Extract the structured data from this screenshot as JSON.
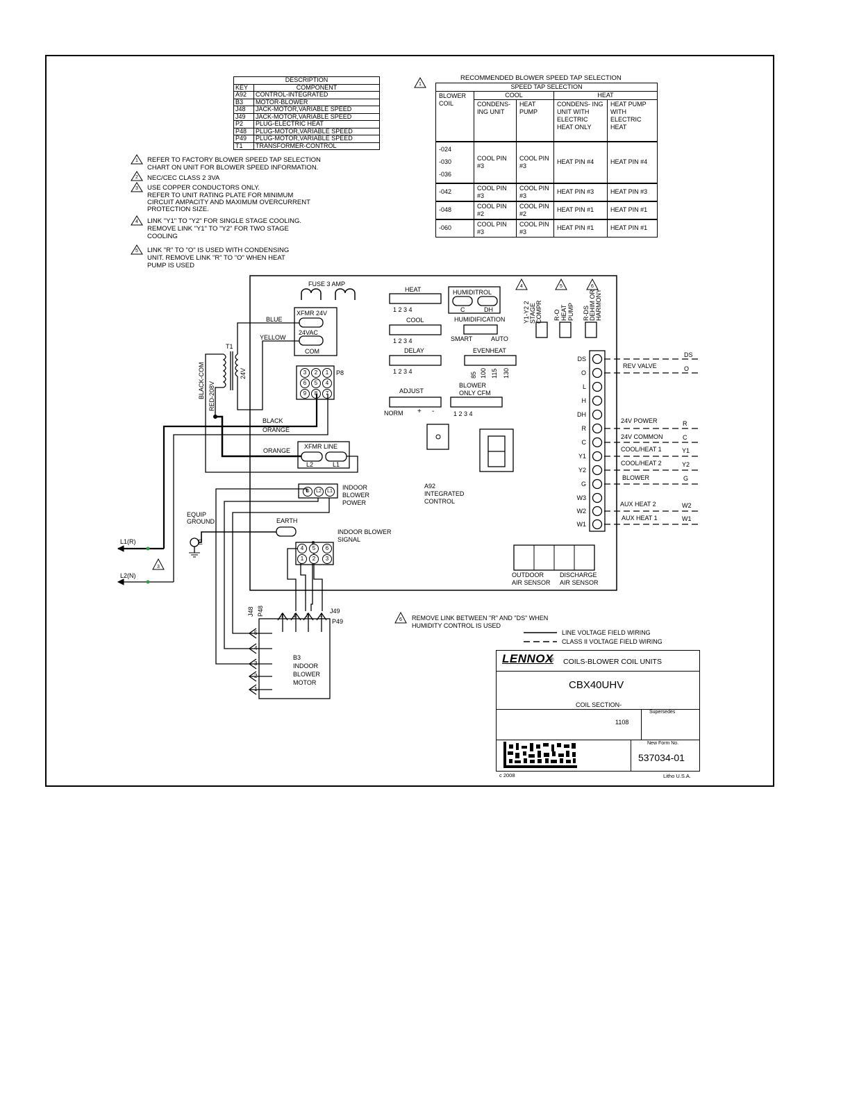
{
  "description_table": {
    "title": "DESCRIPTION",
    "col_key": "KEY",
    "col_component": "COMPONENT",
    "rows": [
      {
        "key": "A92",
        "component": "CONTROL-INTEGRATED"
      },
      {
        "key": "B3",
        "component": "MOTOR-BLOWER"
      },
      {
        "key": "J48",
        "component": "JACK-MOTOR,VARIABLE SPEED"
      },
      {
        "key": "J49",
        "component": "JACK-MOTOR,VARIABLE SPEED"
      },
      {
        "key": "P2",
        "component": "PLUG-ELECTRIC HEAT"
      },
      {
        "key": "P48",
        "component": "PLUG-MOTOR,VARIABLE SPEED"
      },
      {
        "key": "P49",
        "component": "PLUG-MOTOR,VARIABLE SPEED"
      },
      {
        "key": "T1",
        "component": "TRANSFORMER-CONTROL"
      }
    ]
  },
  "notes": [
    {
      "num": "1",
      "lines": [
        "REFER TO FACTORY BLOWER SPEED TAP SELECTION",
        "CHART ON UNIT FOR BLOWER SPEED INFORMATION."
      ]
    },
    {
      "num": "2",
      "lines": [
        "NEC/CEC CLASS 2 3VA"
      ]
    },
    {
      "num": "3",
      "lines": [
        "USE COPPER CONDUCTORS ONLY.",
        "REFER TO UNIT RATING PLATE FOR MINIMUM",
        "CIRCUIT AMPACITY AND MAXIMUM OVERCURRENT",
        "PROTECTION SIZE."
      ]
    },
    {
      "num": "4",
      "lines": [
        "LINK \"Y1\" TO \"Y2\" FOR SINGLE STAGE COOLING.",
        "REMOVE LINK \"Y1\" TO \"Y2\" FOR TWO STAGE",
        "COOLING"
      ]
    },
    {
      "num": "5",
      "lines": [
        "LINK \"R\" TO \"O\" IS USED WITH CONDENSING",
        "UNIT. REMOVE LINK \"R\" TO \"O\"  WHEN HEAT",
        "PUMP IS USED"
      ]
    }
  ],
  "speed_table": {
    "note_num": "1",
    "title": "RECOMMENDED BLOWER SPEED TAP SELECTION",
    "header": "SPEED TAP SELECTION",
    "cool": "COOL",
    "heat": "HEAT",
    "col_blower_coil": "BLOWER COIL",
    "col_condensing": "CONDENS- ING UNIT",
    "col_heat_pump": "HEAT PUMP",
    "col_condensing_eh": "CONDENS- ING UNIT WITH ELECTRIC HEAT ONLY",
    "col_hp_eh": "HEAT PUMP WITH ELECTRIC HEAT",
    "rows": [
      {
        "coil_a": "-024",
        "coil_b": "-030",
        "coil_c": "-036",
        "cells": [
          "COOL PIN #3",
          "COOL PIN #3",
          "HEAT PIN #4",
          "HEAT PIN #4"
        ]
      },
      {
        "coil_a": "-042",
        "cells": [
          "COOL PIN #3",
          "COOL PIN #3",
          "HEAT PIN #3",
          "HEAT PIN #3"
        ]
      },
      {
        "coil_a": "-048",
        "cells": [
          "COOL PIN #2",
          "COOL PIN #2",
          "HEAT PIN #1",
          "HEAT PIN #1"
        ]
      },
      {
        "coil_a": "-060",
        "cells": [
          "COOL PIN #3",
          "COOL PIN #3",
          "HEAT PIN #1",
          "HEAT PIN #1"
        ]
      }
    ]
  },
  "board": {
    "fuse": "FUSE 3 AMP",
    "heat": "HEAT",
    "heat_taps": "1  2  3  4",
    "cool": "COOL",
    "cool_taps": "1  2  3  4",
    "delay": "DELAY",
    "delay_taps": "1  2  3  4",
    "adjust": "ADJUST",
    "norm": "NORM",
    "plus": "+",
    "minus": "-",
    "humiditrol": "HUMIDITROL",
    "hum_c": "C",
    "hum_dh": "DH",
    "humidification": "HUMIDIFICATION",
    "smart": "SMART",
    "auto": "AUTO",
    "evenheat": "EVENHEAT",
    "evenheat_taps": [
      "85",
      "100",
      "115",
      "130"
    ],
    "blower_only_cfm_1": "BLOWER",
    "blower_only_cfm_2": "ONLY CFM",
    "blower_taps": "1  2  3  4",
    "link4_num": "4",
    "link5_num": "5",
    "link6_num": "6",
    "link_y1y2": "Y1-Y2 2 STAGE COMPR",
    "link_ro": "R-O HEAT PUMP",
    "link_rds": "R-DS DEHIM OR HARMONY",
    "xfmr24": "XFMR 24V",
    "vac24": "24VAC",
    "com": "COM",
    "xfmr_line": "XFMR LINE",
    "l2": "L2",
    "l1": "L1",
    "p8": "P8",
    "p8_pins": [
      "3",
      "2",
      "1",
      "6",
      "5",
      "4",
      "9",
      "8",
      "7"
    ],
    "a92_1": "A92",
    "a92_2": "INTEGRATED",
    "a92_3": "CONTROL",
    "outdoor_1": "OUTDOOR",
    "outdoor_2": "AIR SENSOR",
    "discharge_1": "DISCHARGE",
    "discharge_2": "AIR SENSOR",
    "indoor_power_1": "INDOOR",
    "indoor_power_2": "BLOWER",
    "indoor_power_3": "POWER",
    "power_pins": [
      "G",
      "L2",
      "L1"
    ],
    "earth": "EARTH",
    "signal_1": "INDOOR BLOWER",
    "signal_2": "SIGNAL",
    "signal_pins": [
      "4",
      "5",
      "6",
      "1",
      "2",
      "3"
    ]
  },
  "terminals": [
    "DS",
    "O",
    "L",
    "H",
    "DH",
    "R",
    "C",
    "Y1",
    "Y2",
    "G",
    "W3",
    "W2",
    "W1"
  ],
  "field": [
    {
      "label": "",
      "term": "DS"
    },
    {
      "label": "REV VALVE",
      "term": "O"
    },
    {
      "label": "24V POWER",
      "term": "R"
    },
    {
      "label": "24V COMMON",
      "term": "C"
    },
    {
      "label": "COOL/HEAT 1",
      "term": "Y1"
    },
    {
      "label": "COOL/HEAT 2",
      "term": "Y2"
    },
    {
      "label": "BLOWER",
      "term": "G"
    },
    {
      "label": "AUX HEAT 2",
      "term": "W2"
    },
    {
      "label": "AUX HEAT 1",
      "term": "W1"
    }
  ],
  "wires": {
    "blue": "BLUE",
    "yellow": "YELLOW",
    "t1": "T1",
    "t1_24v": "24V",
    "black_com": "BLACK-COM",
    "red_208": "RED-208V",
    "black": "BLACK",
    "orange_1": "ORANGE",
    "orange_2": "ORANGE",
    "equip_1": "EQUIP",
    "equip_2": "GROUND",
    "l1r": "L1(R)",
    "l2n": "L2(N)",
    "note3_num": "3"
  },
  "motor": {
    "j48": "J48",
    "p48": "P48",
    "j49": "J49",
    "p49": "P49",
    "top_pins": [
      "1",
      "2",
      "3",
      "4"
    ],
    "side_pins": [
      "5",
      "4",
      "3",
      "2",
      "1"
    ],
    "label_1": "B3",
    "label_2": "INDOOR",
    "label_3": "BLOWER",
    "label_4": "MOTOR"
  },
  "note6": {
    "num": "6",
    "line1": "REMOVE LINK BETWEEN \"R\" AND \"DS\"  WHEN",
    "line2": "HUMIDITY CONTROL IS USED"
  },
  "legend": {
    "line_voltage": "LINE VOLTAGE FIELD WIRING",
    "class2": "CLASS II VOLTAGE FIELD WIRING"
  },
  "title_block": {
    "brand": "LENNOX",
    "reg": "®",
    "series": "COILS-BLOWER COIL UNITS",
    "model": "CBX40UHV",
    "section": "COIL SECTION-",
    "supersedes": "Supersedes",
    "date": "1108",
    "new_form_label": "New Form No.",
    "form_no": "537034-01",
    "copyright": "c  2008",
    "made_in": "Litho U.S.A."
  },
  "colors": {
    "ink": "#000000",
    "green_dot": "#2e9e3a"
  }
}
